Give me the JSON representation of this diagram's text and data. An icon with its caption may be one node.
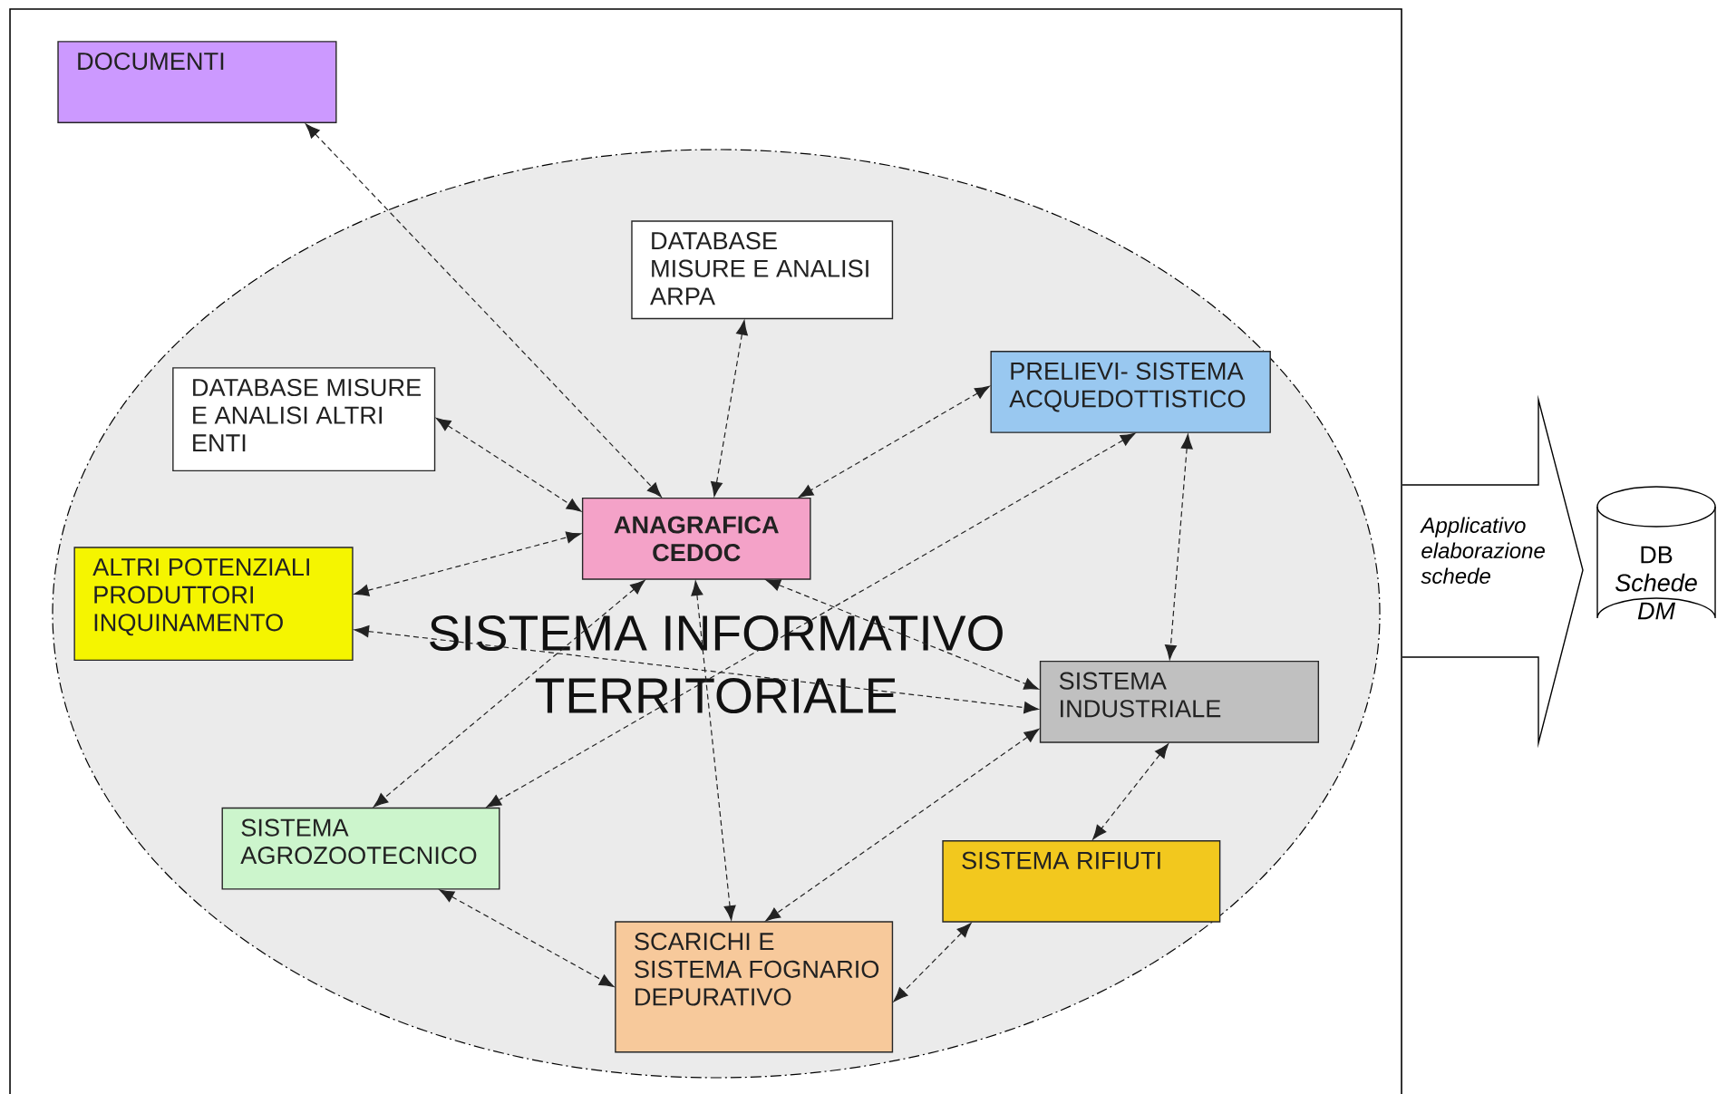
{
  "diagram": {
    "nodes": [
      {
        "text": [
          "DOCUMENTI"
        ]
      },
      {
        "text": [
          "SISTEMA INFORMATIVO TERRITORIALE"
        ]
      },
      {
        "text": [
          "DATABASE MISURE E ANALISI ARPA"
        ],
        "in": 1
      },
      {
        "text": [
          "DATABASE MISURE E ANALISI ALTRI ENTI"
        ],
        "in": 1
      },
      {
        "text": [
          "PRELIEVI- SISTEMA ACQUEDOTTISTICO"
        ],
        "in": 1
      },
      {
        "text": [
          "ANAGRAFICA CEDOC"
        ],
        "in": 1
      },
      {
        "text": [
          "ALTRI POTENZIALI PRODUTTORI INQUINAMENTO"
        ],
        "in": 1
      },
      {
        "text": [
          "SISTEMA INDUSTRIALE"
        ],
        "in": 1
      },
      {
        "text": [
          "SISTEMA AGROZOOTECNICO"
        ],
        "in": 1
      },
      {
        "text": [
          "SISTEMA RIFIUTI"
        ],
        "in": 1
      },
      {
        "text": [
          "SCARICHI E SISTEMA FOGNARIO DEPURATIVO"
        ],
        "in": 1
      },
      {
        "text": [
          "Applicativo elaborazione schede"
        ]
      },
      {
        "text": [
          "DB",
          "Schede DM"
        ]
      }
    ],
    "edges": [
      {
        "from": 0,
        "to": 5,
        "arrow": "both"
      },
      {
        "from": 2,
        "to": 5,
        "arrow": "both"
      },
      {
        "from": 3,
        "to": 5,
        "arrow": "both"
      },
      {
        "from": 4,
        "to": 5,
        "arrow": "both"
      },
      {
        "from": 6,
        "to": 5,
        "arrow": "both"
      },
      {
        "from": 6,
        "to": 7,
        "arrow": "both"
      },
      {
        "from": 5,
        "to": 7,
        "arrow": "both"
      },
      {
        "from": 5,
        "to": 8,
        "arrow": "both"
      },
      {
        "from": 5,
        "to": 10,
        "arrow": "both"
      },
      {
        "from": 4,
        "to": 8,
        "arrow": "both"
      },
      {
        "from": 4,
        "to": 7,
        "arrow": "both"
      },
      {
        "from": 7,
        "to": 10,
        "arrow": "both"
      },
      {
        "from": 7,
        "to": 9,
        "arrow": "both"
      },
      {
        "from": 8,
        "to": 10,
        "arrow": "both"
      },
      {
        "from": 9,
        "to": 10,
        "arrow": "both"
      }
    ]
  }
}
